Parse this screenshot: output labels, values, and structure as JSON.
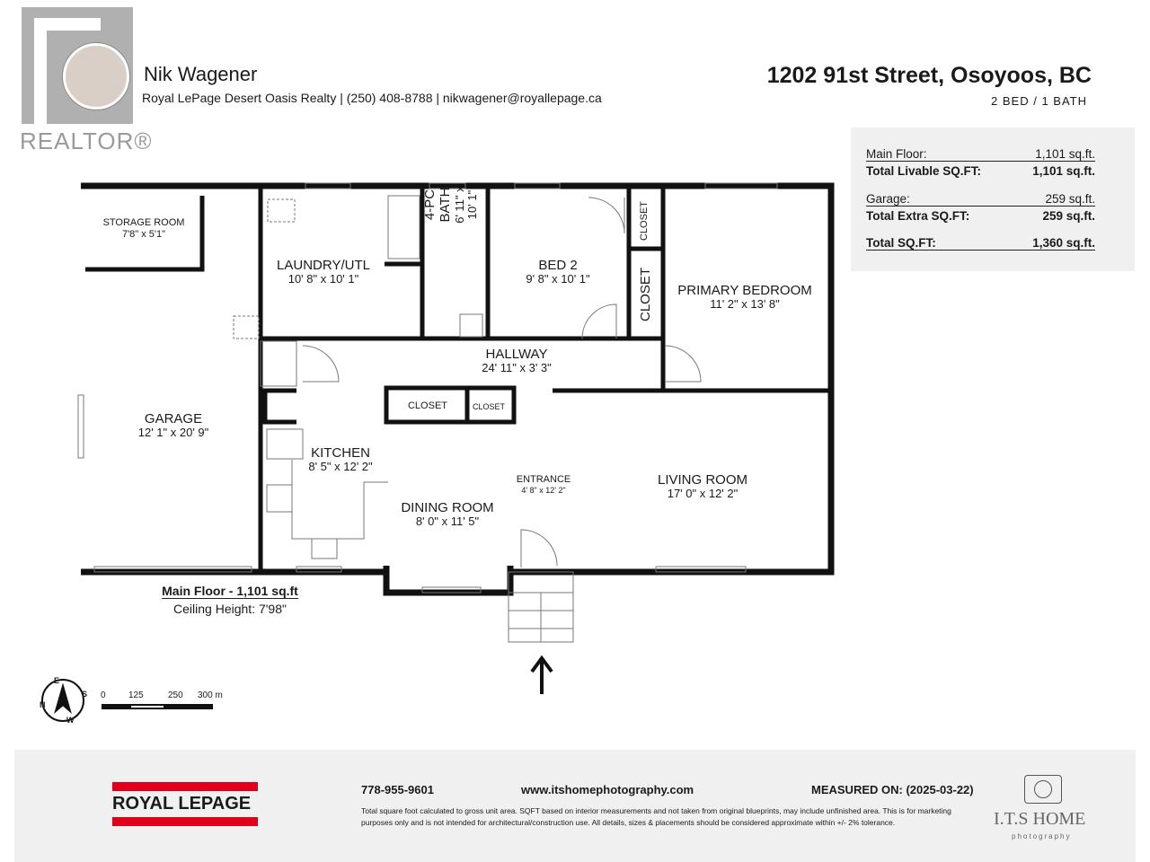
{
  "header": {
    "realtor_logo": "REALTOR®",
    "agent_name": "Nik Wagener",
    "agent_contact": "Royal LePage Desert Oasis Realty | (250) 408-8788 | nikwagener@royallepage.ca",
    "address": "1202 91st Street, Osoyoos, BC",
    "beds_baths": "2 BED / 1 BATH"
  },
  "stats": {
    "main_floor_label": "Main Floor:",
    "main_floor_value": "1,101 sq.ft.",
    "total_livable_label": "Total Livable SQ.FT:",
    "total_livable_value": "1,101 sq.ft.",
    "garage_label": "Garage:",
    "garage_value": "259 sq.ft.",
    "total_extra_label": "Total Extra SQ.FT:",
    "total_extra_value": "259 sq.ft.",
    "total_label": "Total SQ.FT:",
    "total_value": "1,360 sq.ft."
  },
  "rooms": {
    "storage": {
      "name": "STORAGE ROOM",
      "dim": "7'8\" x 5'1\""
    },
    "laundry": {
      "name": "LAUNDRY/UTL",
      "dim": "10' 8\" x 10' 1\""
    },
    "bath": {
      "name": "4-PC BATH",
      "dim": "6' 11\" x 10' 1\""
    },
    "bed2": {
      "name": "BED 2",
      "dim": "9' 8\" x 10' 1\""
    },
    "closet1": {
      "name": "CLOSET"
    },
    "closet2": {
      "name": "CLOSET"
    },
    "primary": {
      "name": "PRIMARY BEDROOM",
      "dim": "11' 2\" x 13' 8\""
    },
    "hallway": {
      "name": "HALLWAY",
      "dim": "24' 11\" x 3' 3\""
    },
    "closet3": {
      "name": "CLOSET"
    },
    "closet4": {
      "name": "CLOSET"
    },
    "garage": {
      "name": "GARAGE",
      "dim": "12' 1\" x 20' 9\""
    },
    "kitchen": {
      "name": "KITCHEN",
      "dim": "8' 5\" x 12' 2\""
    },
    "entrance": {
      "name": "ENTRANCE",
      "dim": "4' 8\" x 12' 2\""
    },
    "living": {
      "name": "LIVING ROOM",
      "dim": "17' 0\" x 12' 2\""
    },
    "dining": {
      "name": "DINING ROOM",
      "dim": "8' 0\" x 11' 5\""
    }
  },
  "floor_caption": {
    "title": "Main Floor - 1,101 sq.ft",
    "ceiling": "Ceiling Height: 7'98\""
  },
  "scale": {
    "ticks": [
      "0",
      "125",
      "250",
      "300 m"
    ],
    "compass": [
      "N",
      "E",
      "S",
      "W"
    ]
  },
  "footer": {
    "brand": "ROYAL LEPAGE",
    "phone": "778-955-9601",
    "website": "www.itshomephotography.com",
    "measured": "MEASURED ON: (2025-03-22)",
    "disclaimer": "Total square foot calculated to gross unit area. SQFT based on interior measurements and not taken from original blueprints, may include unfinished area. This is for marketing purposes only and is not intended for architectural/construction use. All details, sizes & placements should be considered approximate within +/- 2% tolerance.",
    "its_logo": "I.T.S HOME",
    "its_sub": "photography"
  }
}
